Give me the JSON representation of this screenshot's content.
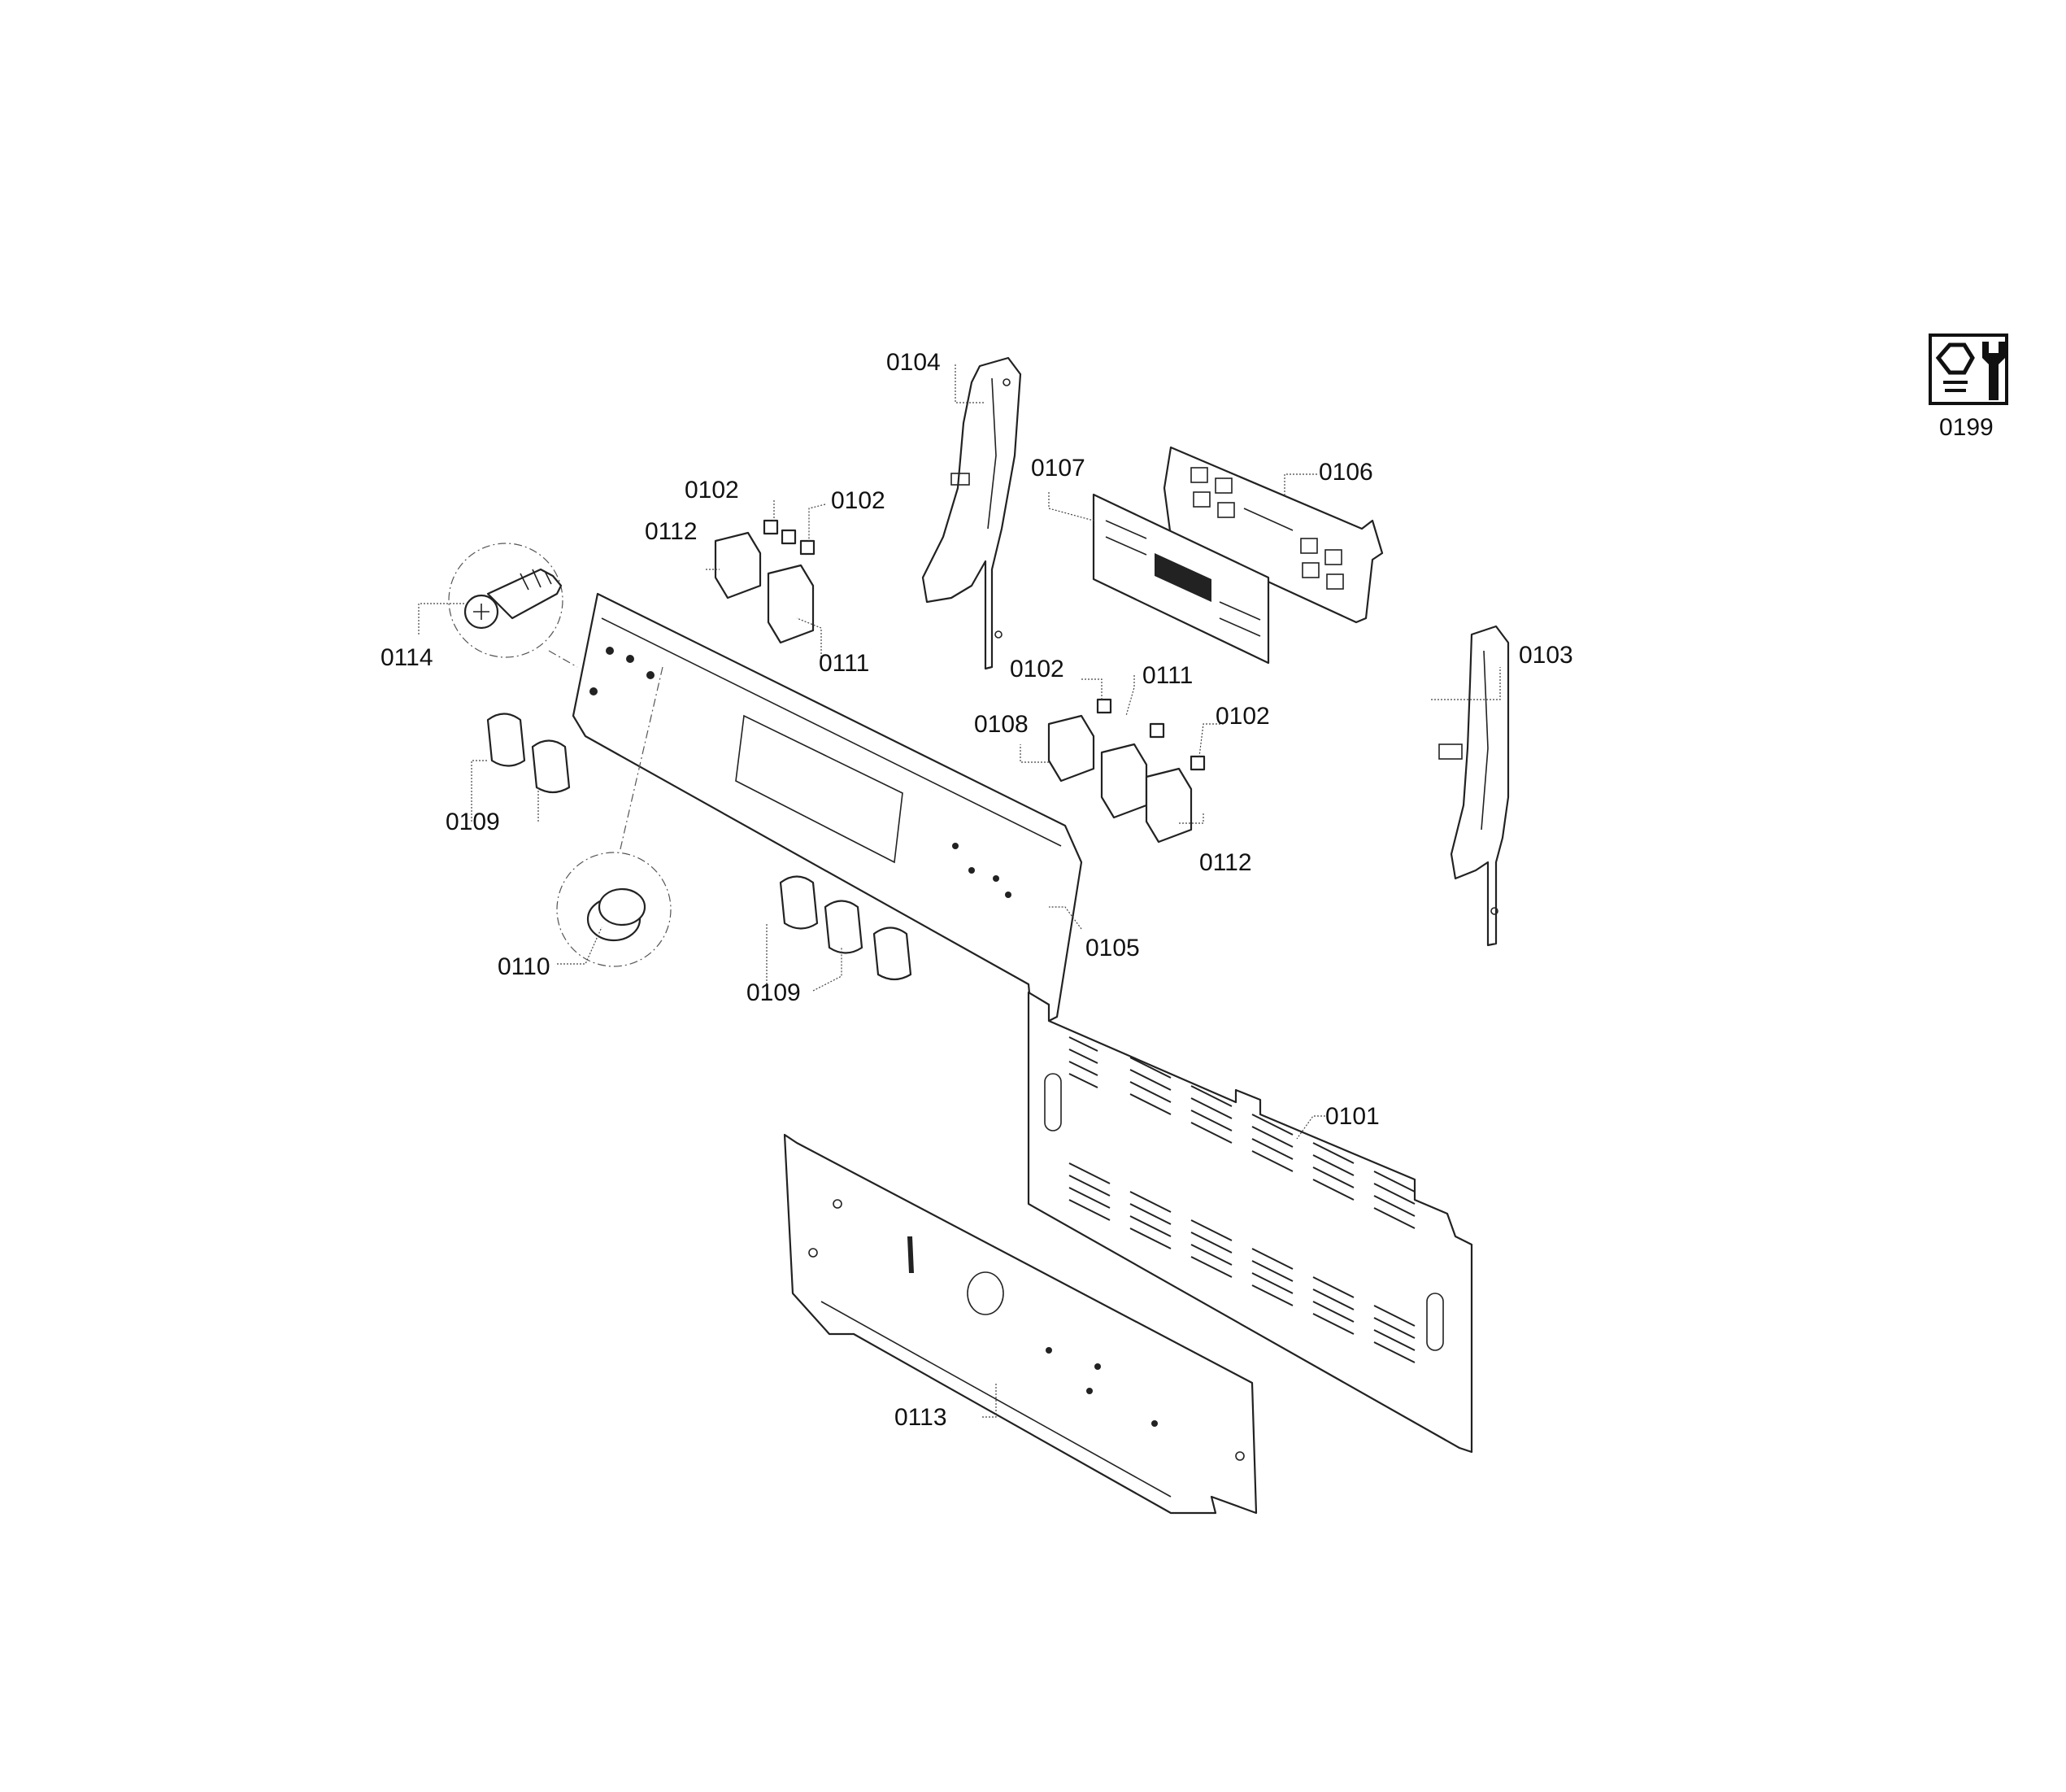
{
  "callouts": {
    "c0101": "0101",
    "c0102a": "0102",
    "c0102b": "0102",
    "c0102c": "0102",
    "c0102d": "0102",
    "c0103": "0103",
    "c0104": "0104",
    "c0105": "0105",
    "c0106": "0106",
    "c0107": "0107",
    "c0108": "0108",
    "c0109a": "0109",
    "c0109b": "0109",
    "c0110": "0110",
    "c0111a": "0111",
    "c0111b": "0111",
    "c0112a": "0112",
    "c0112b": "0112",
    "c0113": "0113",
    "c0114": "0114",
    "c0199": "0199"
  },
  "icons": {
    "service_kit": "screw-and-wrench-icon"
  }
}
